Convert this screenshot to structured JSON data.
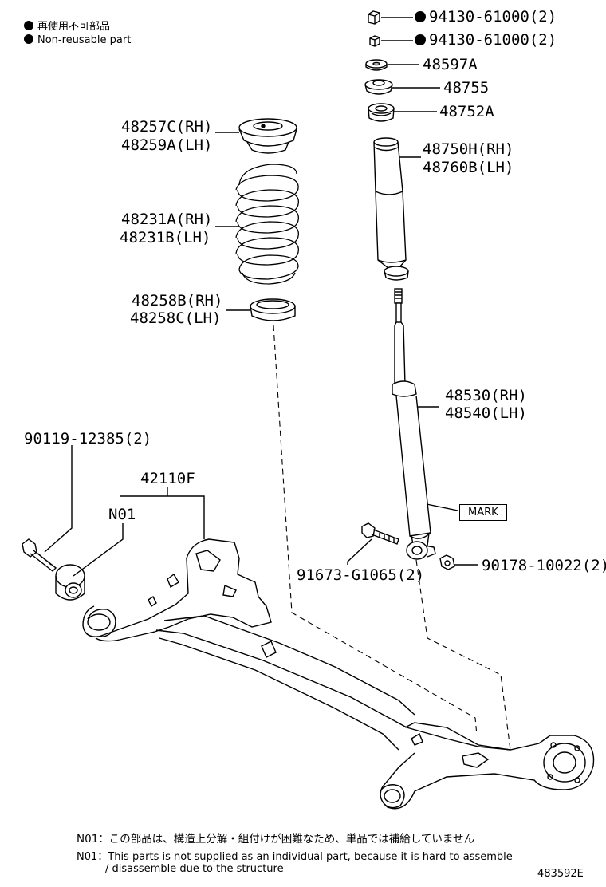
{
  "legend": [
    {
      "text": "再使用不可部品"
    },
    {
      "text": "Non-reusable part"
    }
  ],
  "parts": {
    "nut_upper": "94130-61000(2)",
    "nut_lower": "94130-61000(2)",
    "p48597": "48597A",
    "p48755": "48755",
    "p48752": "48752A",
    "bellows_rh": "48750H(RH)",
    "bellows_lh": "48760B(LH)",
    "upper_seat_rh": "48257C(RH)",
    "upper_seat_lh": "48259A(LH)",
    "spring_rh": "48231A(RH)",
    "spring_lh": "48231B(LH)",
    "lower_seat_rh": "48258B(RH)",
    "lower_seat_lh": "48258C(LH)",
    "absorber_rh": "48530(RH)",
    "absorber_lh": "48540(LH)",
    "mark": "MARK",
    "bolt_90119": "90119-12385(2)",
    "beam": "42110F",
    "n01": "N01",
    "bolt_91673": "91673-G1065(2)",
    "nut_90178": "90178-10022(2)"
  },
  "notes": {
    "jp": "N01：この部品は、構造上分解・組付けが困難なため、単品では補給していません",
    "en_line1": "N01：This parts is not supplied as an individual part, because it is hard to assemble",
    "en_line2": "/ disassemble due to the structure"
  },
  "diagram_id": "483592E"
}
